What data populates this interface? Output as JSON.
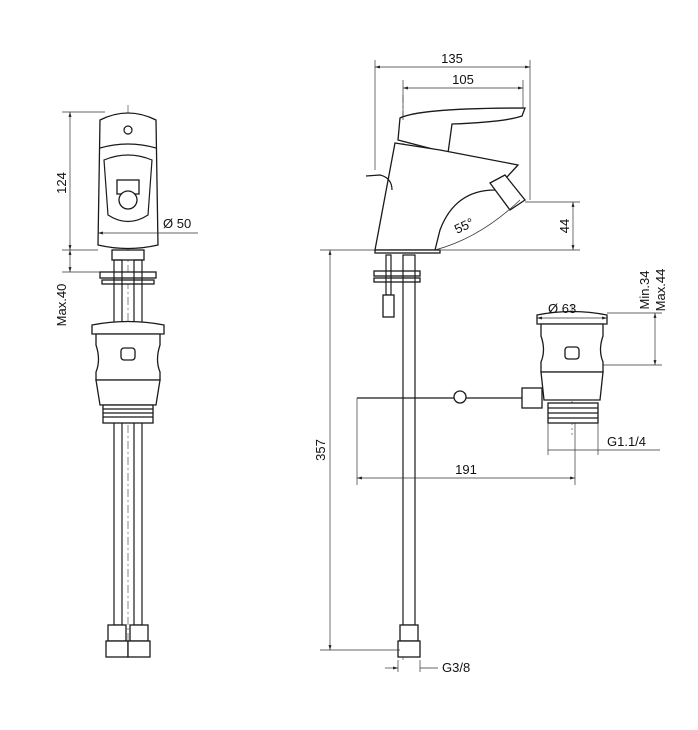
{
  "front_view": {
    "height_label": "124",
    "diameter_label": "Ø 50",
    "deck_label": "Max.40"
  },
  "side_view": {
    "overall_width_label": "135",
    "reach_label": "105",
    "spout_height_label": "44",
    "angle_label": "55°",
    "total_height_label": "357",
    "rod_length_label": "191",
    "hose_thread_label": "G3/8"
  },
  "waste_view": {
    "diameter_label": "Ø 63",
    "min_label": "Min.34",
    "max_label": "Max.44",
    "thread_label": "G1.1/4"
  }
}
